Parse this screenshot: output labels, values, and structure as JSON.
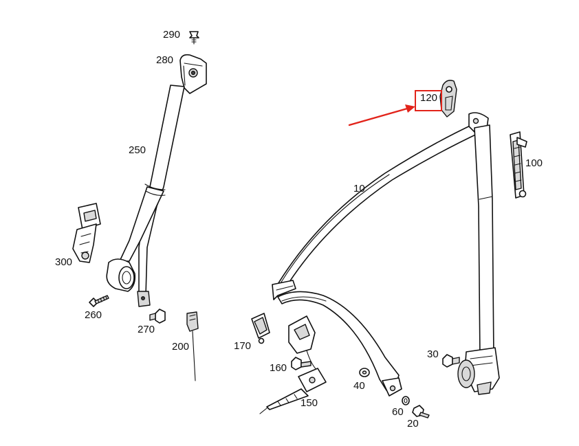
{
  "labels": {
    "p290": "290",
    "p280": "280",
    "p250": "250",
    "p300": "300",
    "p260": "260",
    "p270": "270",
    "p200": "200",
    "p170": "170",
    "p160": "160",
    "p150": "150",
    "p40": "40",
    "p60": "60",
    "p20": "20",
    "p30": "30",
    "p10": "10",
    "p120": "120",
    "p100": "100"
  },
  "highlight": {
    "part": "120",
    "color": "#e2231a"
  }
}
